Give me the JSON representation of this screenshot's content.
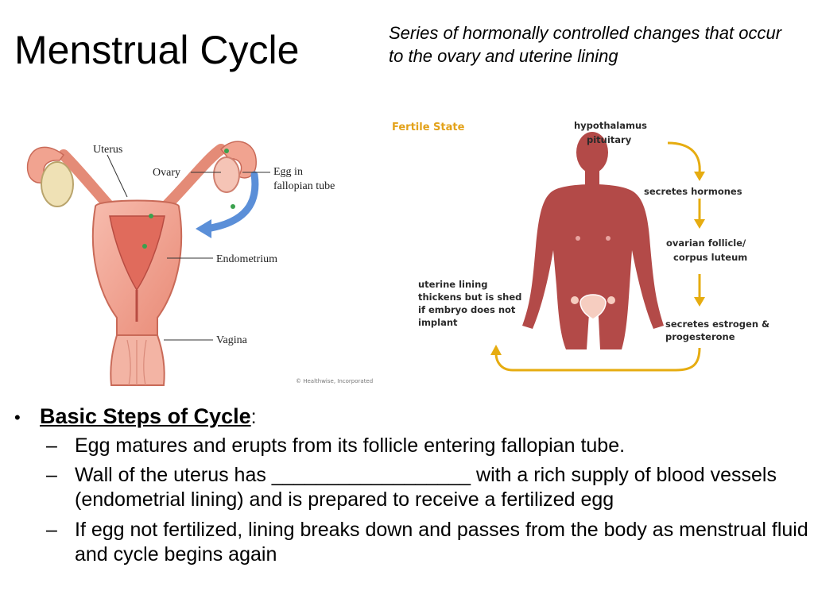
{
  "slide": {
    "title": "Menstrual Cycle",
    "subtitle": "Series of hormonally controlled changes that occur to the ovary and uterine lining"
  },
  "anatomy": {
    "labels": {
      "uterus": "Uterus",
      "ovary": "Ovary",
      "egg_line1": "Egg in",
      "egg_line2": "fallopian tube",
      "endometrium": "Endometrium",
      "vagina": "Vagina",
      "credit": "© Healthwise, Incorporated"
    }
  },
  "cycle": {
    "header": "Fertile State",
    "hypothalamus": "hypothalamus",
    "pituitary": "pituitary",
    "step1": "secretes hormones",
    "step2_line1": "ovarian follicle/",
    "step2_line2": "corpus luteum",
    "step3_line1": "secretes estrogen &",
    "step3_line2": "progesterone",
    "lining_line1": "uterine lining",
    "lining_line2": "thickens but is shed",
    "lining_line3": "if embryo does not",
    "lining_line4": "implant"
  },
  "bullets": {
    "heading": "Basic Steps of Cycle",
    "heading_suffix": ":",
    "items": [
      "Egg matures and erupts from its follicle entering fallopian tube.",
      "Wall of the uterus has __________________ with a rich supply of blood vessels (endometrial lining) and is prepared to receive a fertilized egg",
      "If egg not fertilized, lining breaks down and passes from the body as menstrual fluid and cycle begins again"
    ]
  },
  "colors": {
    "tissue": "#f2a493",
    "tissue_dark": "#d8705e",
    "body": "#b34a48",
    "arrow_gold": "#e6ac10",
    "arrow_blue": "#5b8fd8",
    "header_gold": "#e3a21a"
  }
}
